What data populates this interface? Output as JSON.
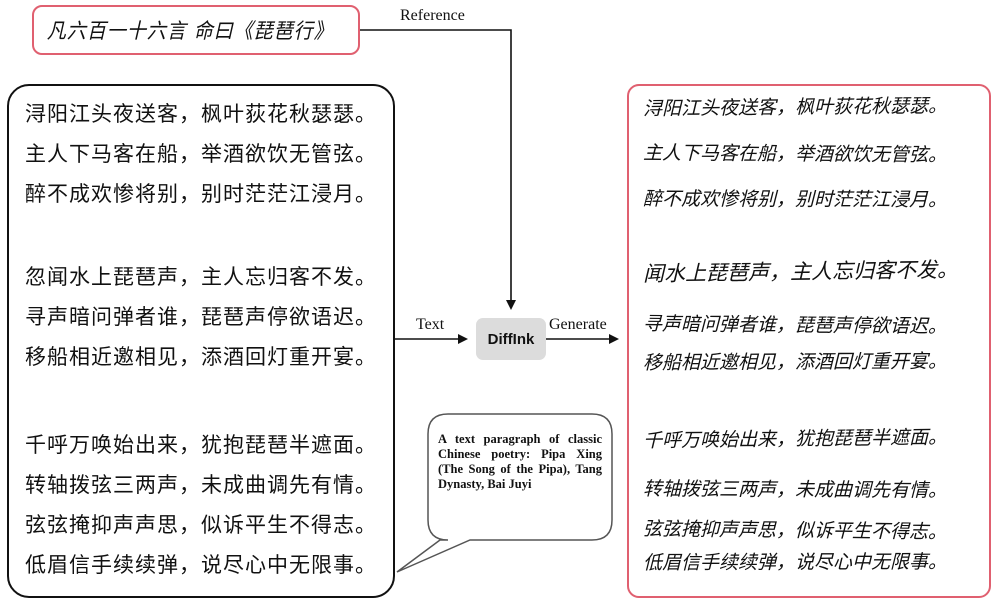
{
  "reference": {
    "label": "Reference",
    "handwriting": "凡六百一十六言 命曰《琵琶行》"
  },
  "input": {
    "label": "Text",
    "stanzas": [
      [
        "浔阳江头夜送客，枫叶荻花秋瑟瑟。",
        "主人下马客在船，举酒欲饮无管弦。",
        "醉不成欢惨将别，别时茫茫江浸月。"
      ],
      [
        "忽闻水上琵琶声，主人忘归客不发。",
        "寻声暗问弹者谁，琵琶声停欲语迟。",
        "移船相近邀相见，添酒回灯重开宴。"
      ],
      [
        "千呼万唤始出来，犹抱琵琶半遮面。",
        "转轴拨弦三两声，未成曲调先有情。",
        "弦弦掩抑声声思，似诉平生不得志。",
        "低眉信手续续弹，说尽心中无限事。"
      ]
    ]
  },
  "model": {
    "name": "DiffInk"
  },
  "output": {
    "label": "Generate",
    "lines": [
      "浔阳江头夜送客，枫叶荻花秋瑟瑟。",
      "主人下马客在船，举酒欲饮无管弦。",
      "醉不成欢惨将别，别时茫茫江浸月。",
      "闻水上琵琶声，主人忘归客不发。",
      "寻声暗问弹者谁，琵琶声停欲语迟。",
      "移船相近邀相见，添酒回灯重开宴。",
      "千呼万唤始出来，犹抱琵琶半遮面。",
      "转轴拨弦三两声，未成曲调先有情。",
      "弦弦掩抑声声思，似诉平生不得志。",
      "低眉信手续续弹，说尽心中无限事。"
    ]
  },
  "caption": "A text paragraph of classic Chinese poetry: Pipa Xing (The Song of the Pipa), Tang Dynasty, Bai Juyi",
  "colors": {
    "accent_border": "#e06070",
    "node_fill": "#dcdcdc",
    "line": "#111111"
  }
}
